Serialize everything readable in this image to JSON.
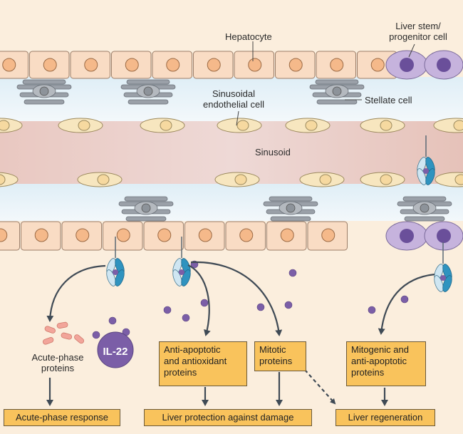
{
  "labels": {
    "hepatocyte": "Hepatocyte",
    "liver_stem": "Liver stem/\nprogenitor cell",
    "sinusoidal_endothelial": "Sinusoidal\nendothelial cell",
    "stellate": "Stellate cell",
    "sinusoid": "Sinusoid",
    "acute_phase_proteins": "Acute-phase\nproteins",
    "il22": "IL-22"
  },
  "boxes": {
    "anti_apoptotic": "Anti-apoptotic\nand antioxidant\nproteins",
    "mitotic": "Mitotic\nproteins",
    "mitogenic": "Mitogenic and\nanti-apoptotic\nproteins"
  },
  "responses": {
    "acute_phase": "Acute-phase response",
    "liver_protection": "Liver protection against damage",
    "liver_regeneration": "Liver regeneration"
  },
  "colors": {
    "hepatocyte_fill": "#f9dcc4",
    "nucleus_fill": "#f5b98a",
    "stem_cell_fill": "#c6b3dd",
    "stem_nucleus": "#6a4f9a",
    "stellate_fill": "#9aa0a8",
    "endothelial_fill": "#f7e6bf",
    "sinusoid_fill": "#e8c9c2",
    "receptor_light": "#cfe6f2",
    "receptor_dark": "#2f93bf",
    "il22_fill": "#7b5ea7",
    "box_fill": "#f9c35c"
  }
}
